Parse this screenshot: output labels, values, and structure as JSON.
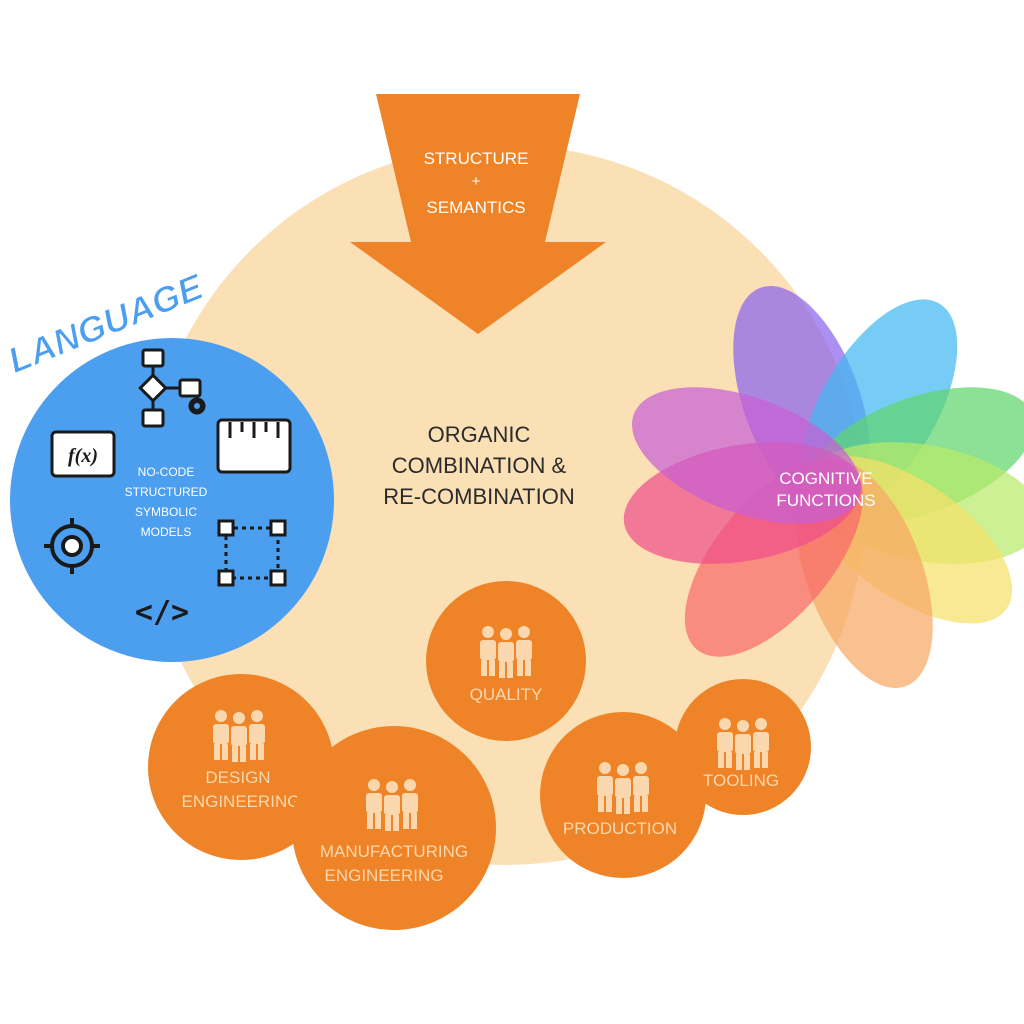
{
  "colors": {
    "background_circle": "#fbe0b6",
    "orange": "#ee8427",
    "language_blue": "#4c9fef",
    "language_heading": "#4c9fef",
    "people_icon": "#fbd7ae",
    "center_text": "#2b2b2b",
    "white_text": "#ffffff"
  },
  "arrow": {
    "line1": "STRUCTURE",
    "line2": "+",
    "line3": "SEMANTICS"
  },
  "center": {
    "line1": "ORGANIC",
    "line2": "COMBINATION &",
    "line3": "RE-COMBINATION"
  },
  "language": {
    "heading": "LANGUAGE",
    "line1": "NO-CODE",
    "line2": "STRUCTURED",
    "line3": "SYMBOLIC",
    "line4": "MODELS",
    "icons": [
      "flowchart-icon",
      "function-icon",
      "ruler-icon",
      "target-icon",
      "diagram-icon",
      "code-icon"
    ],
    "function_glyph": "f(x)",
    "code_glyph": "</>"
  },
  "flower": {
    "line1": "COGNITIVE",
    "line2": "FUNCTIONS",
    "petal_colors": [
      "#8a64ee",
      "#41b9f0",
      "#5fd66f",
      "#b9ea6a",
      "#f5e06a",
      "#f6a765",
      "#f86a6a",
      "#ef4f8c",
      "#c85fd3"
    ]
  },
  "teams": {
    "quality": {
      "line1": "QUALITY"
    },
    "design": {
      "line1": "DESIGN",
      "line2": "ENGINEERING"
    },
    "manufacturing": {
      "line1": "MANUFACTURING",
      "line2": "ENGINEERING"
    },
    "production": {
      "line1": "PRODUCTION"
    },
    "tooling": {
      "line1": "TOOLING"
    }
  }
}
